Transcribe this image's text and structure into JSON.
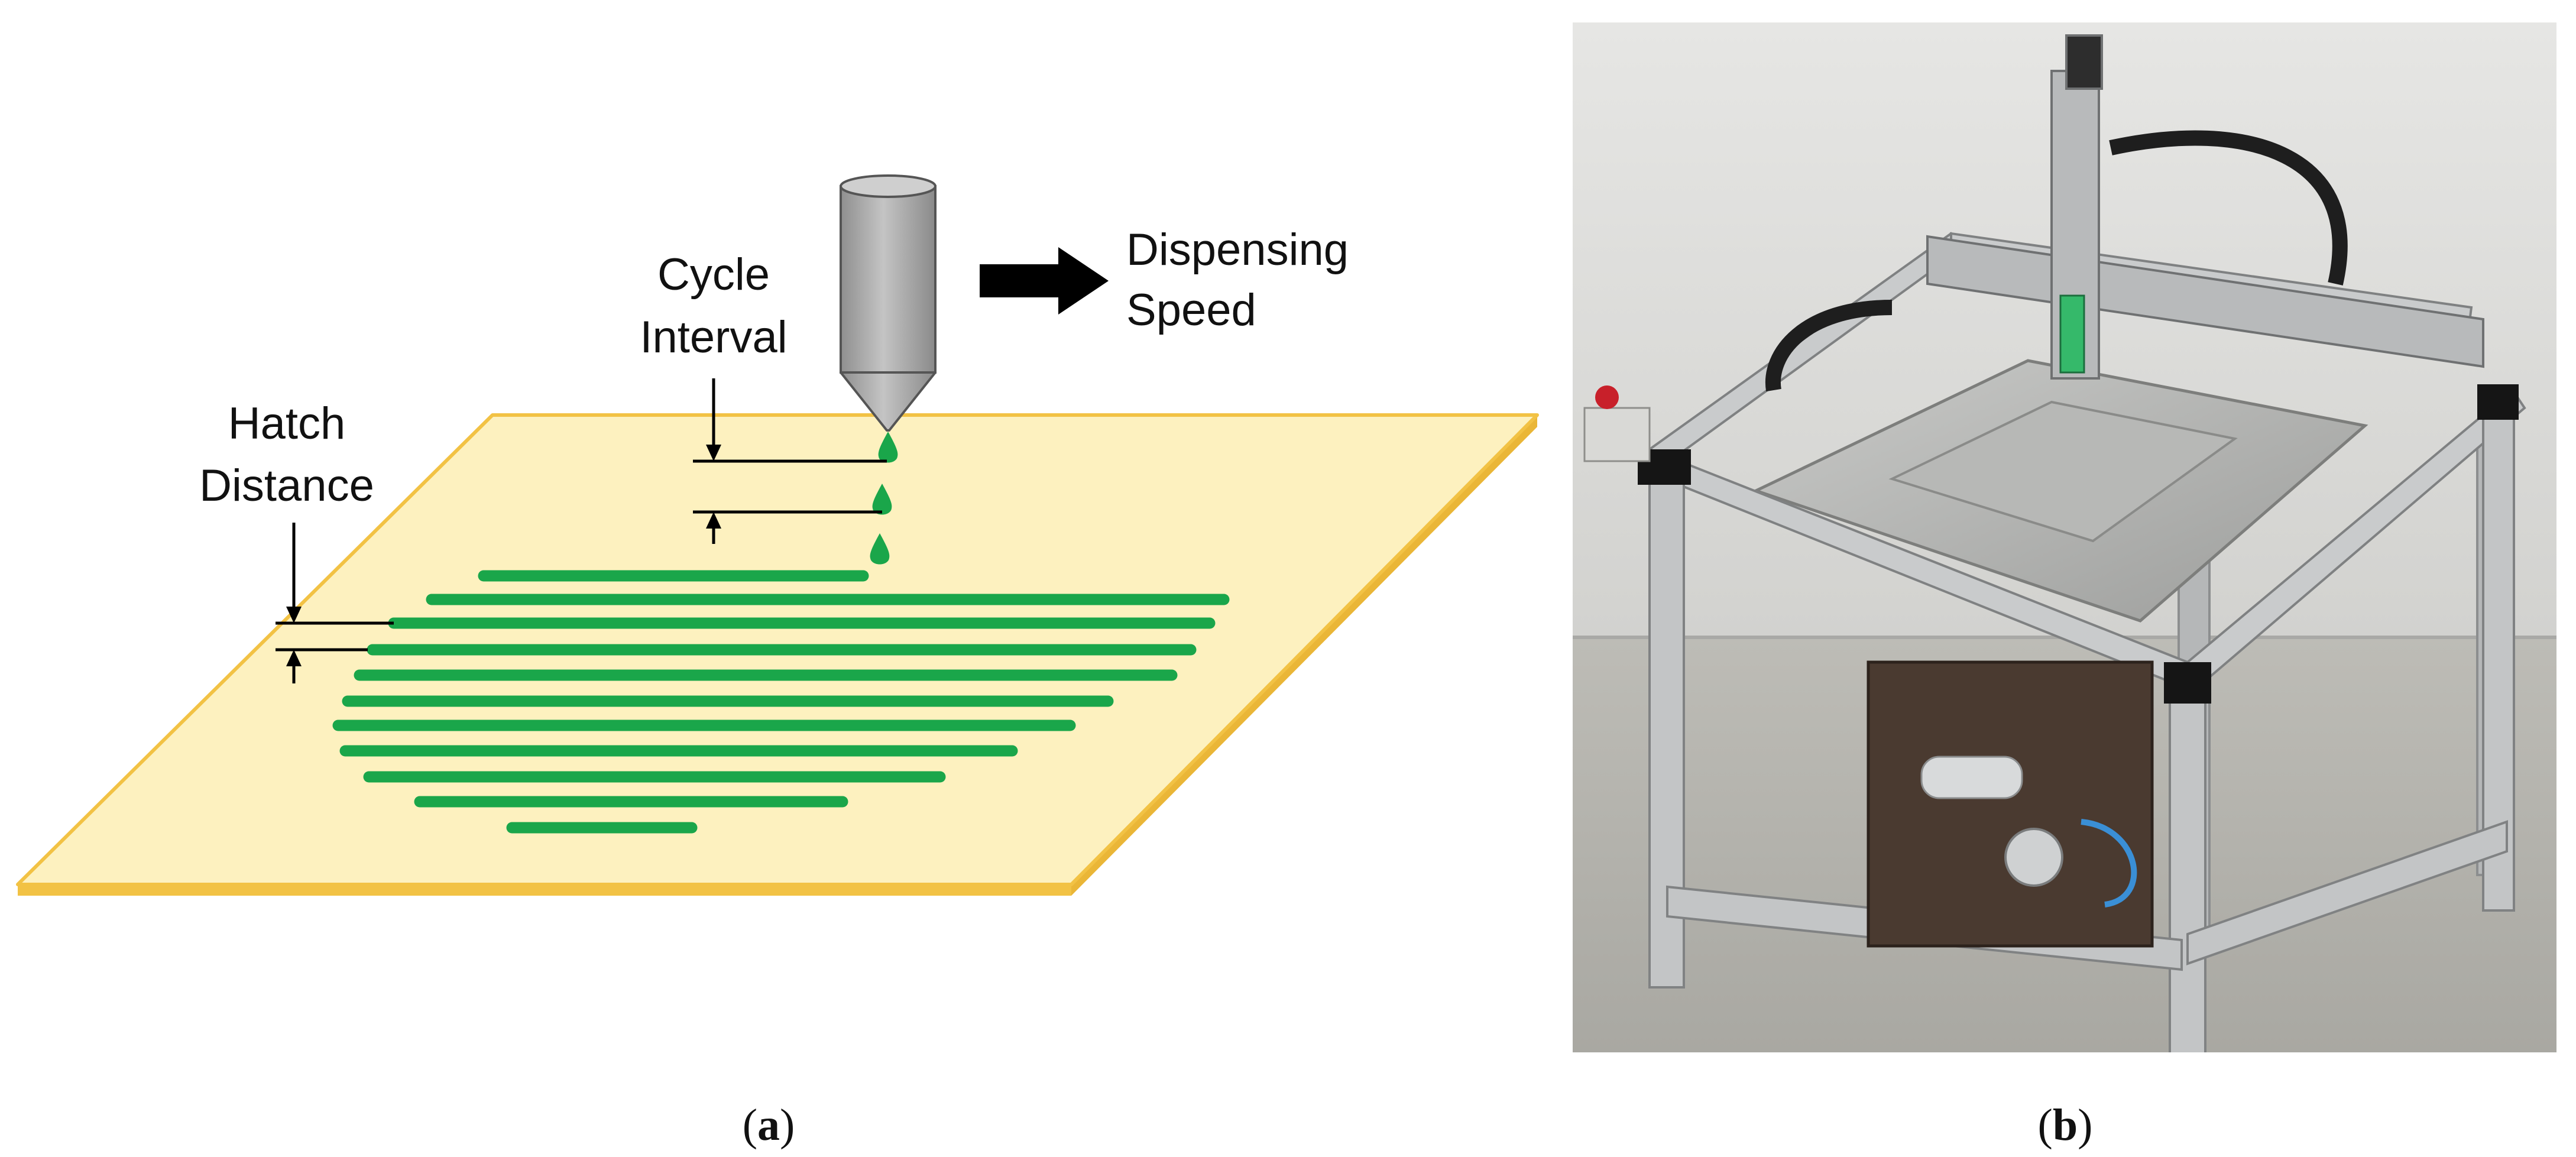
{
  "panel_a": {
    "labels": {
      "hatch_line1": "Hatch",
      "hatch_line2": "Distance",
      "cycle_line1": "Cycle",
      "cycle_line2": "Interval",
      "speed_line1": "Dispensing",
      "speed_line2": "Speed"
    },
    "caption_letter": "a"
  },
  "panel_b": {
    "caption_letter": "b"
  },
  "colors": {
    "plate_fill": "#fdf1bf",
    "plate_edge": "#f2c244",
    "strand": "#1aa64a",
    "nozzle": "#a9a9a9",
    "nozzle_edge": "#555555",
    "arrow": "#000000"
  }
}
